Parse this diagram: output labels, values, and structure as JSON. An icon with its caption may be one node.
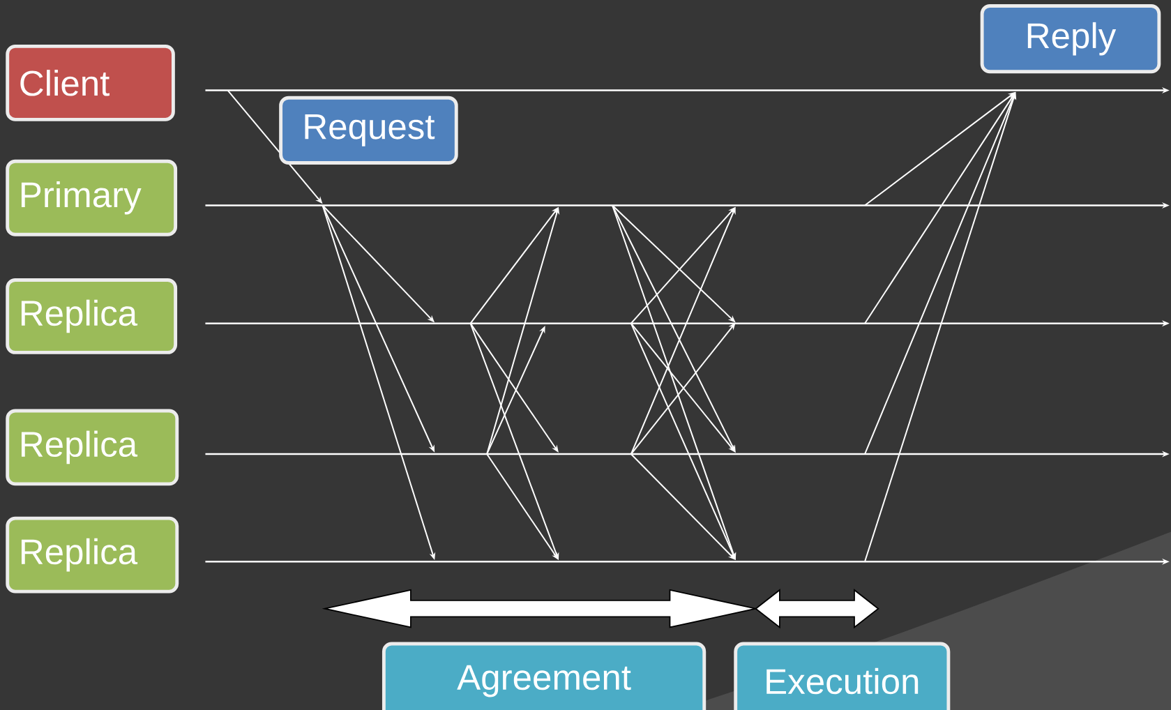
{
  "diagram": {
    "nodes": [
      {
        "text": [
          "Client"
        ]
      },
      {
        "text": [
          "Primary"
        ]
      },
      {
        "text": [
          "Replica"
        ]
      },
      {
        "text": [
          "Replica"
        ]
      },
      {
        "text": [
          "Replica"
        ]
      },
      {
        "text": [
          "Request"
        ]
      },
      {
        "text": [
          "Reply"
        ]
      },
      {
        "text": [
          "Agreement"
        ]
      },
      {
        "text": [
          "Execution"
        ]
      }
    ]
  }
}
